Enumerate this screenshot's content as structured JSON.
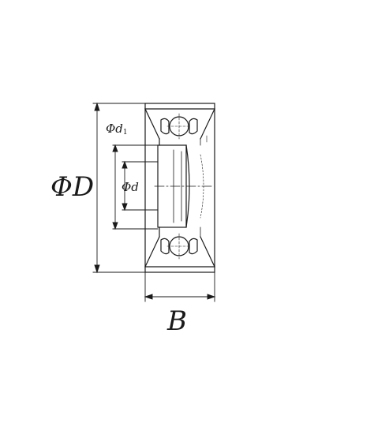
{
  "labels": {
    "outer_diameter": "ΦD",
    "width": "B",
    "bore_diameter": "Φd",
    "inner_diameter_prefix": "Φd",
    "inner_diameter_subscript": "1"
  },
  "colors": {
    "line": "#1a1a1a",
    "background": "#ffffff"
  }
}
